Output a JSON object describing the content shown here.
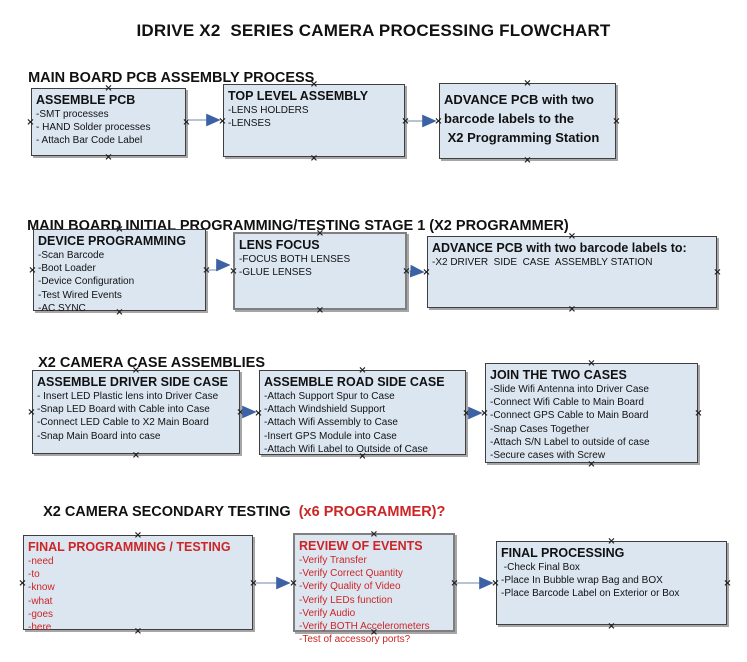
{
  "title": "IDRIVE X2  SERIES CAMERA PROCESSING FLOWCHART",
  "colors": {
    "box_fill": "#dce6f1",
    "box_border": "#3f3f3f",
    "box_border_alt": "#7f7f7f",
    "shadow": "#a6a6a6",
    "accent_red": "#cc2525",
    "arrow_line": "#9db1c9",
    "arrow_head": "#3c61a5",
    "text": "#111111",
    "handle": "#222222",
    "page_bg": "#ffffff"
  },
  "glyphs": {
    "connection_handle": "×"
  },
  "sections": [
    {
      "heading": "MAIN BOARD PCB ASSEMBLY PROCESS",
      "boxes": [
        {
          "title": "ASSEMBLE PCB",
          "items": [
            "-SMT processes",
            "- HAND Solder processes",
            "- Attach Bar Code Label"
          ]
        },
        {
          "title": "TOP LEVEL ASSEMBLY",
          "items": [
            "-LENS HOLDERS",
            "-LENSES"
          ]
        },
        {
          "title": "ADVANCE PCB with two\nbarcode labels to the\n X2 Programming Station",
          "items": []
        }
      ]
    },
    {
      "heading": "MAIN BOARD INITIAL PROGRAMMING/TESTING STAGE 1 (X2 PROGRAMMER)",
      "boxes": [
        {
          "title": "DEVICE PROGRAMMING",
          "items": [
            "-Scan Barcode",
            "-Boot Loader",
            "-Device Configuration",
            "-Test Wired Events",
            "-AC SYNC"
          ]
        },
        {
          "title": "LENS FOCUS",
          "items": [
            "-FOCUS BOTH LENSES",
            "-GLUE LENSES"
          ]
        },
        {
          "title": "ADVANCE PCB with two barcode labels to:",
          "items": [
            "-X2 DRIVER  SIDE  CASE  ASSEMBLY STATION"
          ]
        }
      ]
    },
    {
      "heading": "X2 CAMERA CASE ASSEMBLIES",
      "boxes": [
        {
          "title": "ASSEMBLE DRIVER SIDE CASE",
          "items": [
            "- Insert LED Plastic lens into Driver Case",
            "-Snap LED Board with Cable into Case",
            "-Connect LED Cable to X2 Main Board",
            "-Snap Main Board into case"
          ]
        },
        {
          "title": "ASSEMBLE ROAD SIDE CASE",
          "items": [
            "-Attach Support Spur to Case",
            "-Attach Windshield Support",
            "-Attach Wifi Assembly to Case",
            "-Insert GPS Module into Case",
            "-Attach Wifi Label to Outside of Case"
          ]
        },
        {
          "title": "JOIN THE TWO CASES",
          "items": [
            "-Slide Wifi Antenna into Driver Case",
            "-Connect Wifi Cable to Main Board",
            "-Connect GPS Cable to Main Board",
            "-Snap Cases Together",
            "-Attach S/N Label to outside of case",
            "-Secure cases with Screw"
          ]
        }
      ]
    },
    {
      "heading": "X2 CAMERA SECONDARY TESTING ",
      "heading_suffix": " (x6 PROGRAMMER)?",
      "boxes": [
        {
          "title": "FINAL PROGRAMMING / TESTING",
          "items": [
            "-need",
            "-to",
            "-know",
            "-what",
            "-goes",
            "-here"
          ]
        },
        {
          "title": "REVIEW OF EVENTS",
          "items": [
            "-Verify Transfer",
            "-Verify Correct Quantity",
            "-Verify Quality of Video",
            "-Verify LEDs function",
            "-Verify Audio",
            "-Verify BOTH Accelerometers",
            "-Test of accessory ports?"
          ]
        },
        {
          "title": "FINAL PROCESSING",
          "items": [
            " -Check Final Box",
            "-Place In Bubble wrap Bag and BOX",
            "-Place Barcode Label on Exterior or Box"
          ]
        }
      ]
    }
  ]
}
